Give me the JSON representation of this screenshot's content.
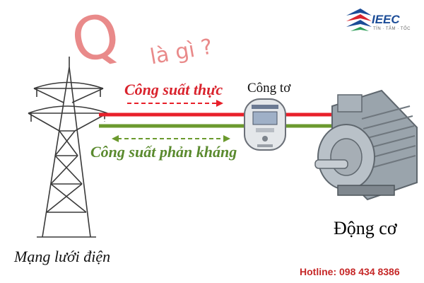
{
  "title": {
    "q": "Q",
    "rest": "là gì ?"
  },
  "labels": {
    "real_power": "Công suất thực",
    "reactive_power": "Công suất phản kháng",
    "meter": "Công tơ",
    "motor": "Động cơ",
    "grid": "Mạng lưới điện"
  },
  "brand": {
    "name": "IEEC",
    "tagline": "TÍN · TÂM · TỐC"
  },
  "hotline": "Hotline: 098 434 8386",
  "colors": {
    "real_line": "#e8202a",
    "reactive_line": "#6b9a2e",
    "title": "#e98a8a",
    "brand": "#1b4c97",
    "hotline": "#c62828"
  },
  "icons": [
    "transmission-tower-icon",
    "electric-meter-icon",
    "electric-motor-icon",
    "ieec-logo-icon"
  ]
}
